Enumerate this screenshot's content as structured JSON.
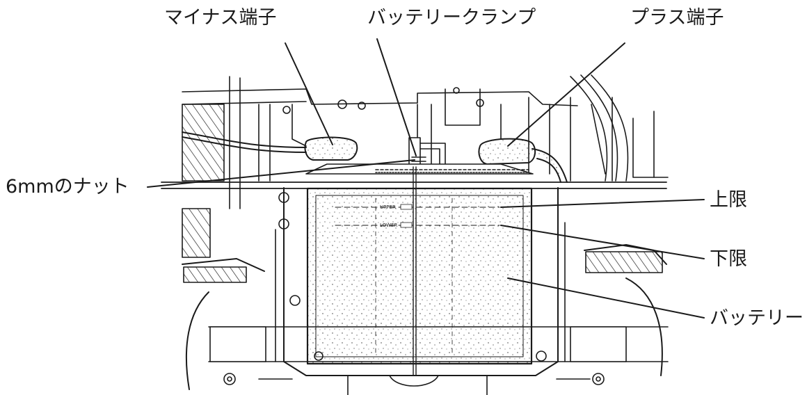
{
  "labels": {
    "minus_terminal": "マイナス端子",
    "battery_clamp": "バッテリークランプ",
    "plus_terminal": "プラス端子",
    "nut_6mm": "6mmのナット",
    "upper_limit": "上限",
    "lower_limit": "下限",
    "battery": "バッテリー"
  },
  "battery_marks": {
    "upper": "UPPER",
    "lower": "LOWER"
  },
  "colors": {
    "line": "#1a1a1a",
    "background": "#ffffff"
  }
}
